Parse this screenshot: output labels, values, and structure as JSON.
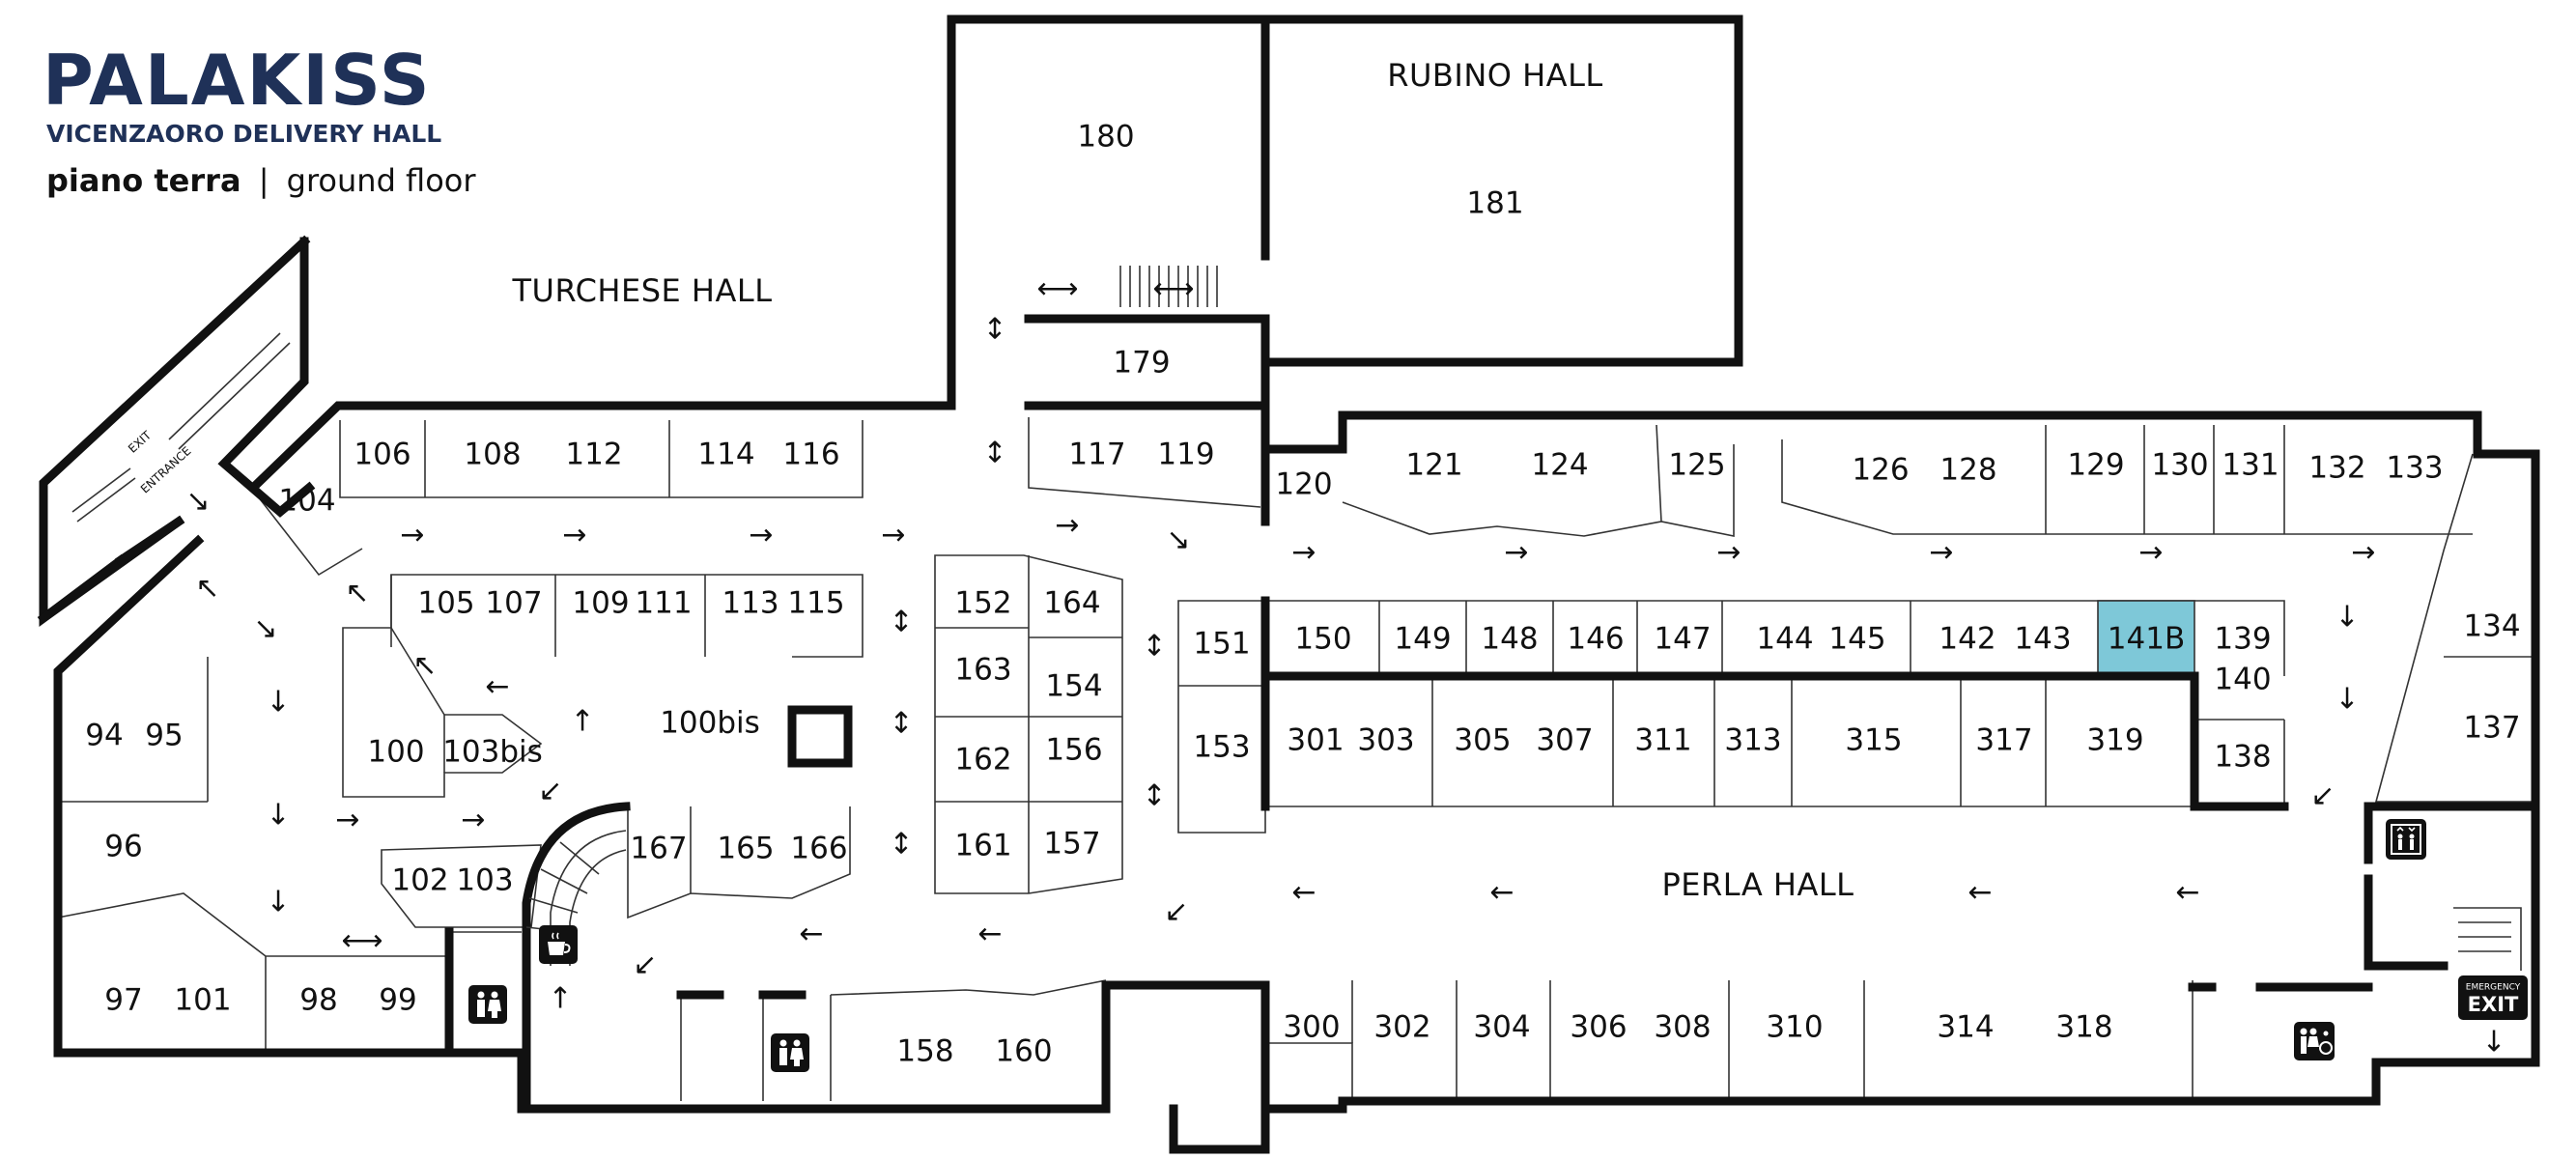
{
  "brand": {
    "name": "PALAKISS",
    "subtitle": "VICENZAORO DELIVERY HALL",
    "floor_it": "piano terra",
    "floor_sep": "|",
    "floor_en": "ground floor"
  },
  "halls": {
    "turchese": "TURCHESE HALL",
    "rubino": "RUBINO HALL",
    "perla": "PERLA HALL"
  },
  "signs": {
    "exit": "EXIT",
    "entrance": "ENTRANCE",
    "emergency": "EMERGENCY",
    "emergency_exit": "EXIT"
  },
  "highlight_color": "#7ec8d8",
  "brand_color": "#1f3158",
  "booths": [
    {
      "id": "180",
      "label": "180"
    },
    {
      "id": "181",
      "label": "181"
    },
    {
      "id": "179",
      "label": "179"
    },
    {
      "id": "106",
      "label": "106"
    },
    {
      "id": "108",
      "label": "108"
    },
    {
      "id": "112",
      "label": "112"
    },
    {
      "id": "114",
      "label": "114"
    },
    {
      "id": "116",
      "label": "116"
    },
    {
      "id": "117",
      "label": "117"
    },
    {
      "id": "119",
      "label": "119"
    },
    {
      "id": "120",
      "label": "120"
    },
    {
      "id": "121",
      "label": "121"
    },
    {
      "id": "124",
      "label": "124"
    },
    {
      "id": "125",
      "label": "125"
    },
    {
      "id": "126",
      "label": "126"
    },
    {
      "id": "128",
      "label": "128"
    },
    {
      "id": "129",
      "label": "129"
    },
    {
      "id": "130",
      "label": "130"
    },
    {
      "id": "131",
      "label": "131"
    },
    {
      "id": "132",
      "label": "132"
    },
    {
      "id": "133",
      "label": "133"
    },
    {
      "id": "104",
      "label": "104"
    },
    {
      "id": "105",
      "label": "105"
    },
    {
      "id": "107",
      "label": "107"
    },
    {
      "id": "109",
      "label": "109"
    },
    {
      "id": "111",
      "label": "111"
    },
    {
      "id": "113",
      "label": "113"
    },
    {
      "id": "115",
      "label": "115"
    },
    {
      "id": "152",
      "label": "152"
    },
    {
      "id": "164",
      "label": "164"
    },
    {
      "id": "163",
      "label": "163"
    },
    {
      "id": "154",
      "label": "154"
    },
    {
      "id": "162",
      "label": "162"
    },
    {
      "id": "156",
      "label": "156"
    },
    {
      "id": "161",
      "label": "161"
    },
    {
      "id": "157",
      "label": "157"
    },
    {
      "id": "151",
      "label": "151"
    },
    {
      "id": "153",
      "label": "153"
    },
    {
      "id": "150",
      "label": "150"
    },
    {
      "id": "149",
      "label": "149"
    },
    {
      "id": "148",
      "label": "148"
    },
    {
      "id": "146",
      "label": "146"
    },
    {
      "id": "147",
      "label": "147"
    },
    {
      "id": "144",
      "label": "144"
    },
    {
      "id": "145",
      "label": "145"
    },
    {
      "id": "142",
      "label": "142"
    },
    {
      "id": "143",
      "label": "143"
    },
    {
      "id": "141B",
      "label": "141B",
      "highlighted": true
    },
    {
      "id": "139",
      "label": "139"
    },
    {
      "id": "140",
      "label": "140"
    },
    {
      "id": "138",
      "label": "138"
    },
    {
      "id": "134",
      "label": "134"
    },
    {
      "id": "137",
      "label": "137"
    },
    {
      "id": "301",
      "label": "301"
    },
    {
      "id": "303",
      "label": "303"
    },
    {
      "id": "305",
      "label": "305"
    },
    {
      "id": "307",
      "label": "307"
    },
    {
      "id": "311",
      "label": "311"
    },
    {
      "id": "313",
      "label": "313"
    },
    {
      "id": "315",
      "label": "315"
    },
    {
      "id": "317",
      "label": "317"
    },
    {
      "id": "319",
      "label": "319"
    },
    {
      "id": "94",
      "label": "94"
    },
    {
      "id": "95",
      "label": "95"
    },
    {
      "id": "96",
      "label": "96"
    },
    {
      "id": "97",
      "label": "97"
    },
    {
      "id": "101",
      "label": "101"
    },
    {
      "id": "98",
      "label": "98"
    },
    {
      "id": "99",
      "label": "99"
    },
    {
      "id": "100",
      "label": "100"
    },
    {
      "id": "103bis",
      "label": "103bis"
    },
    {
      "id": "100bis",
      "label": "100bis"
    },
    {
      "id": "102",
      "label": "102"
    },
    {
      "id": "103",
      "label": "103"
    },
    {
      "id": "167",
      "label": "167"
    },
    {
      "id": "165",
      "label": "165"
    },
    {
      "id": "166",
      "label": "166"
    },
    {
      "id": "158",
      "label": "158"
    },
    {
      "id": "160",
      "label": "160"
    },
    {
      "id": "300",
      "label": "300"
    },
    {
      "id": "302",
      "label": "302"
    },
    {
      "id": "304",
      "label": "304"
    },
    {
      "id": "306",
      "label": "306"
    },
    {
      "id": "308",
      "label": "308"
    },
    {
      "id": "310",
      "label": "310"
    },
    {
      "id": "314",
      "label": "314"
    },
    {
      "id": "318",
      "label": "318"
    }
  ],
  "icons": {
    "restroom": "restroom-icon",
    "accessible_restroom": "accessible-restroom-icon",
    "cafe": "coffee-icon",
    "elevator": "elevator-icon",
    "emergency_exit": "emergency-exit-icon"
  },
  "arrows": {
    "right": "→",
    "left": "←",
    "up": "↑",
    "down": "↓",
    "updown": "↕",
    "leftright": "⟷",
    "diag_down_left": "↙",
    "diag_down_right": "↘",
    "diag_up_left": "↖"
  }
}
